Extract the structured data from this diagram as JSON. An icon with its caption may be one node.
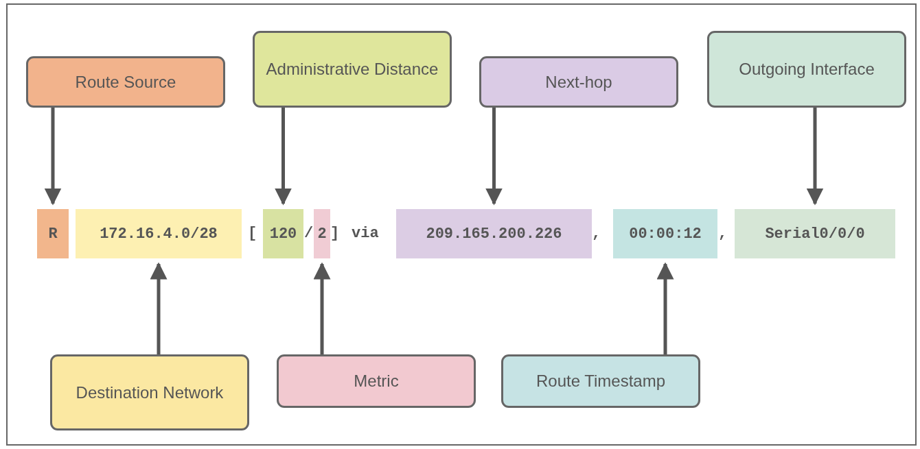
{
  "diagram": {
    "nodes": [
      {
        "text": [
          "Route Source"
        ]
      },
      {
        "text": [
          "Administrative Distance"
        ]
      },
      {
        "text": [
          "Next-hop"
        ]
      },
      {
        "text": [
          "Outgoing Interface"
        ]
      },
      {
        "text": [
          "R"
        ]
      },
      {
        "text": [
          "172.16.4.0/28"
        ]
      },
      {
        "text": [
          "120"
        ]
      },
      {
        "text": [
          "2"
        ]
      },
      {
        "text": [
          "209.165.200.226"
        ]
      },
      {
        "text": [
          "00:00:12"
        ]
      },
      {
        "text": [
          "Serial0/0/0"
        ]
      },
      {
        "text": [
          "Destination Network"
        ]
      },
      {
        "text": [
          "Metric"
        ]
      },
      {
        "text": [
          "Route Timestamp"
        ]
      }
    ],
    "edges": [
      {
        "from": 0,
        "to": 4,
        "arrow": "to"
      },
      {
        "from": 1,
        "to": 6,
        "arrow": "to"
      },
      {
        "from": 2,
        "to": 8,
        "arrow": "to"
      },
      {
        "from": 3,
        "to": 10,
        "arrow": "to"
      },
      {
        "from": 11,
        "to": 5,
        "arrow": "to"
      },
      {
        "from": 12,
        "to": 7,
        "arrow": "to"
      },
      {
        "from": 13,
        "to": 9,
        "arrow": "to"
      }
    ],
    "labels": [
      "[",
      "/",
      "]",
      "via",
      ",",
      ","
    ]
  }
}
